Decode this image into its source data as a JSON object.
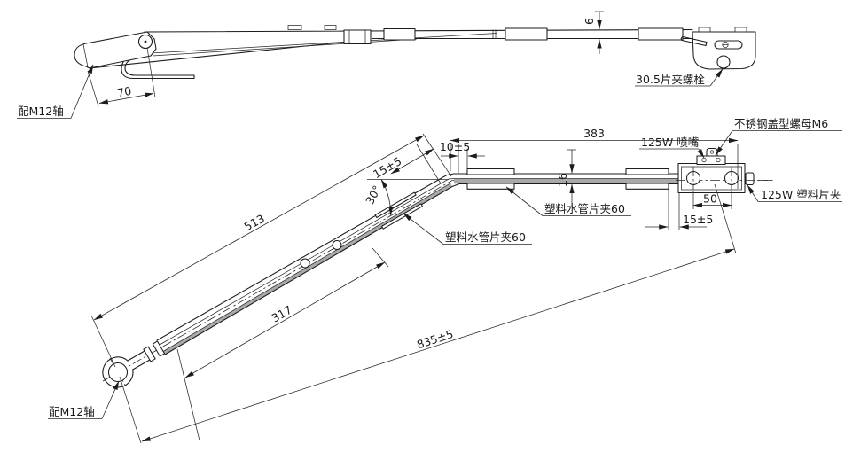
{
  "drawing": {
    "kind": "wiper-arm-engineering-drawing",
    "colors": {
      "line": "#1c1c1c",
      "shade": "#a9a9a9",
      "background": "#ffffff"
    }
  },
  "side_view": {
    "shaft_label": "配M12轴",
    "dim_70": "70",
    "dim_6": "6",
    "bolt_label": "30.5片夹螺栓"
  },
  "plan_view": {
    "dim_383": "383",
    "dim_10": "10±5",
    "dim_15_left": "15±5",
    "dim_30deg": "30°",
    "dim_513": "513",
    "dim_317": "317",
    "dim_835": "835±5",
    "dim_16": "16",
    "dim_50": "50",
    "dim_15_right": "15±5",
    "clamp_label_diagonal": "塑料水管片夹60",
    "clamp_label_straight": "塑料水管片夹60",
    "cap_nut_label": "不锈钢盖型螺母M6",
    "nozzle_label": "125W 喷嘴",
    "clip_label": "125W 塑料片夹",
    "shaft_label": "配M12轴"
  }
}
